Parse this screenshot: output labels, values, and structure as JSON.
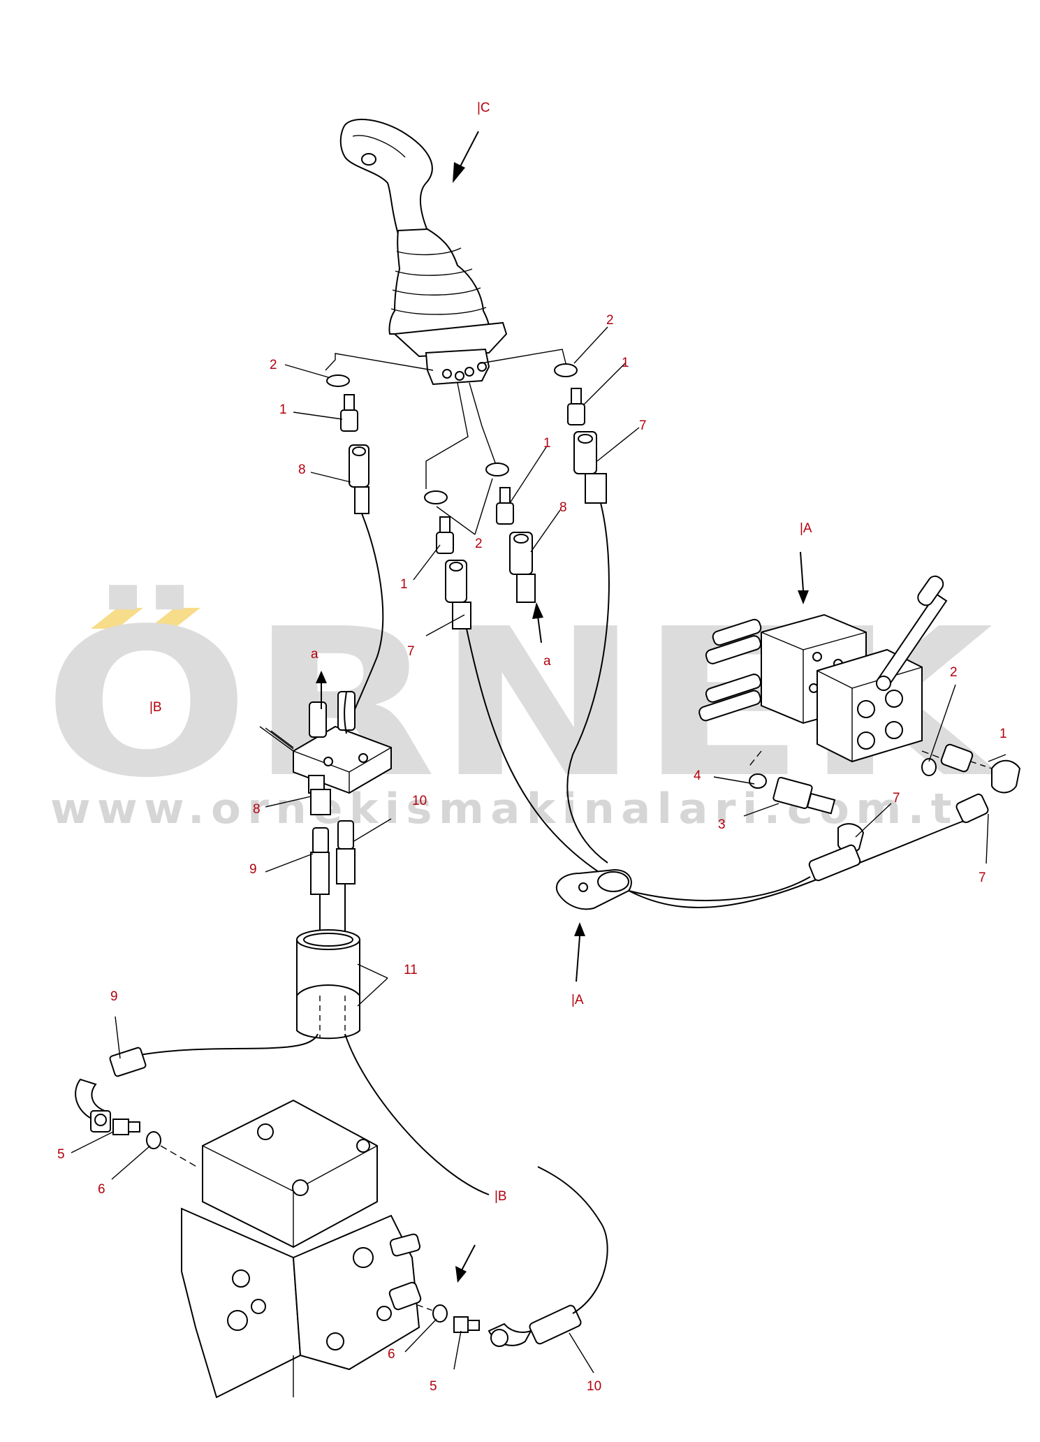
{
  "watermark": {
    "brand": "ÖRNEK",
    "url": "www.ornekismakinalari.com.tr",
    "accent_color": "#f7dc8a",
    "text_color": "#dcdcdc"
  },
  "callout_color": "#b3000c",
  "views": {
    "c_top": "|C",
    "a_valve": "|A",
    "b_left": "|B",
    "a_clamp": "|A",
    "b_bottom": "|B",
    "a_up": "a",
    "a_down": "a"
  },
  "callouts": {
    "c2_left": "2",
    "c1_left": "1",
    "c8_left": "8",
    "c2_right": "2",
    "c1_right": "1",
    "c7_right": "7",
    "c1_mid": "1",
    "c8_mid": "8",
    "c2_mid": "2",
    "c1_lower": "1",
    "c7_mid": "7",
    "c2_valve": "2",
    "c1_valve": "1",
    "c4_valve": "4",
    "c7_valve": "7",
    "c3_valve": "3",
    "c7_valve2": "7",
    "c8_block": "8",
    "c10_block": "10",
    "c9_block": "9",
    "c11": "11",
    "c9_lower": "9",
    "c5_lower": "5",
    "c6_lower": "6",
    "c6_bottom": "6",
    "c5_bottom": "5",
    "c10_bottom": "10"
  }
}
